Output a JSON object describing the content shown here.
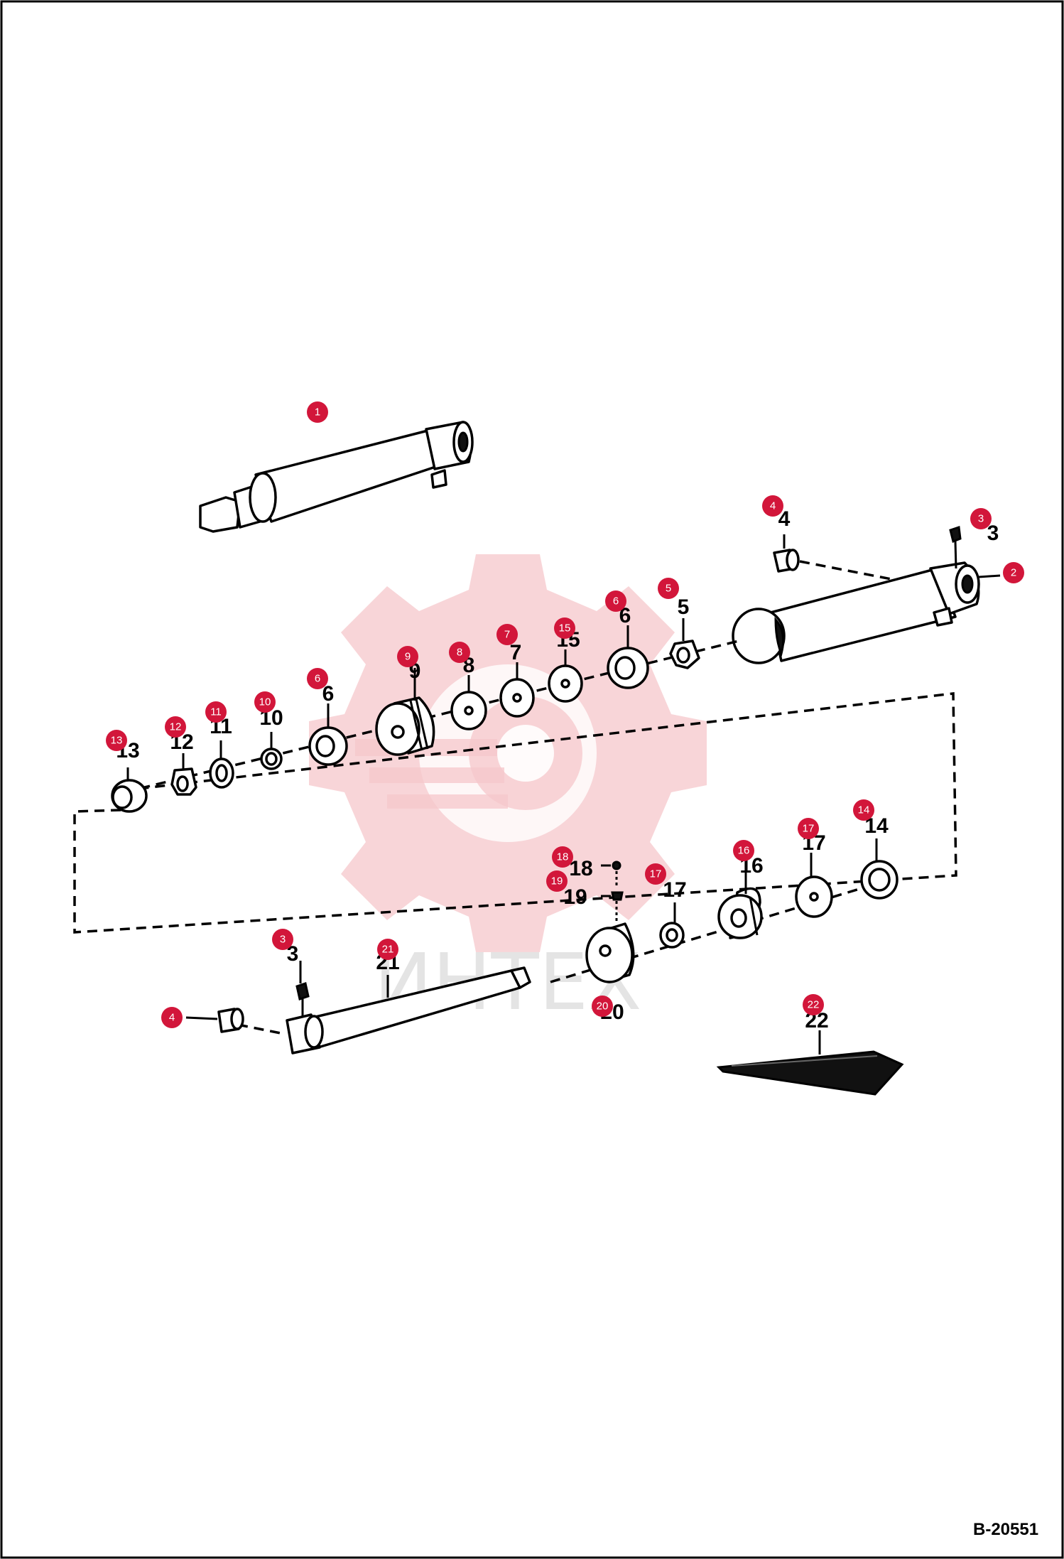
{
  "drawing_ref": "B-20551",
  "watermark_text": "ИНТЕХ",
  "callouts": [
    {
      "id": "c1",
      "label": "1"
    },
    {
      "id": "c2",
      "label": "2"
    },
    {
      "id": "c3a",
      "label": "3"
    },
    {
      "id": "c4a",
      "label": "4"
    },
    {
      "id": "c5",
      "label": "5"
    },
    {
      "id": "c6a",
      "label": "6"
    },
    {
      "id": "c15",
      "label": "15"
    },
    {
      "id": "c7",
      "label": "7"
    },
    {
      "id": "c8",
      "label": "8"
    },
    {
      "id": "c9",
      "label": "9"
    },
    {
      "id": "c6b",
      "label": "6"
    },
    {
      "id": "c10",
      "label": "10"
    },
    {
      "id": "c11",
      "label": "11"
    },
    {
      "id": "c12",
      "label": "12"
    },
    {
      "id": "c13",
      "label": "13"
    },
    {
      "id": "c14",
      "label": "14"
    },
    {
      "id": "c17a",
      "label": "17"
    },
    {
      "id": "c16",
      "label": "16"
    },
    {
      "id": "c17b",
      "label": "17"
    },
    {
      "id": "c18",
      "label": "18"
    },
    {
      "id": "c19",
      "label": "19"
    },
    {
      "id": "c20",
      "label": "20"
    },
    {
      "id": "c21",
      "label": "21"
    },
    {
      "id": "c3b",
      "label": "3"
    },
    {
      "id": "c4b",
      "label": "4"
    },
    {
      "id": "c22",
      "label": "22"
    }
  ],
  "printed_labels": [
    {
      "id": "p4a",
      "text": "4"
    },
    {
      "id": "p3a",
      "text": "3"
    },
    {
      "id": "p5",
      "text": "5"
    },
    {
      "id": "p6a",
      "text": "6"
    },
    {
      "id": "p15",
      "text": "15"
    },
    {
      "id": "p7",
      "text": "7"
    },
    {
      "id": "p8",
      "text": "8"
    },
    {
      "id": "p9",
      "text": "9"
    },
    {
      "id": "p6b",
      "text": "6"
    },
    {
      "id": "p10",
      "text": "10"
    },
    {
      "id": "p11",
      "text": "11"
    },
    {
      "id": "p12",
      "text": "12"
    },
    {
      "id": "p13",
      "text": "13"
    },
    {
      "id": "p14",
      "text": "14"
    },
    {
      "id": "p17a",
      "text": "17"
    },
    {
      "id": "p16",
      "text": "16"
    },
    {
      "id": "p17b",
      "text": "17"
    },
    {
      "id": "p18",
      "text": "18"
    },
    {
      "id": "p19",
      "text": "19"
    },
    {
      "id": "p20",
      "text": "20"
    },
    {
      "id": "p21",
      "text": "21"
    },
    {
      "id": "p3b",
      "text": "3"
    },
    {
      "id": "p22",
      "text": "22"
    }
  ]
}
